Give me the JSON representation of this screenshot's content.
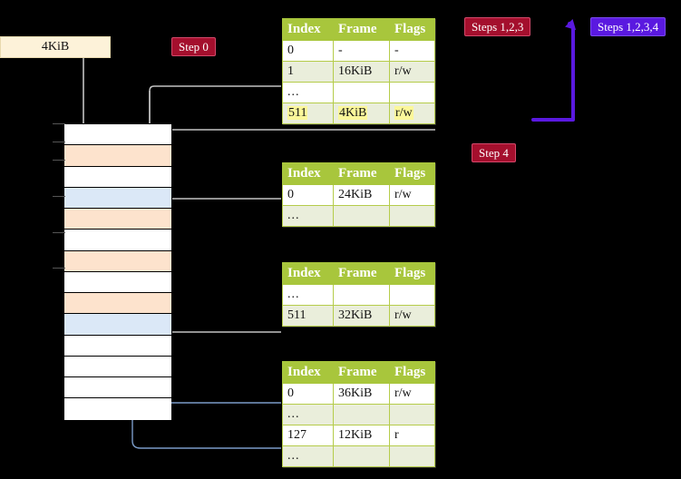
{
  "diagram": {
    "title_hidden": "",
    "memory_box_label": "4KiB",
    "badges": [
      {
        "id": "step0",
        "label": "Step 0",
        "color": "#a40f2d",
        "style": "red"
      },
      {
        "id": "steps123",
        "label": "Steps 1,2,3",
        "color": "#a40f2d",
        "style": "red"
      },
      {
        "id": "steps1234",
        "label": "Steps 1,2,3,4",
        "color": "#5a19e0",
        "style": "blue"
      },
      {
        "id": "step4",
        "label": "Step 4",
        "color": "#a40f2d",
        "style": "red"
      }
    ],
    "colors": {
      "table_header": "#a8c63c",
      "table_shade": "#eaeedb",
      "highlight": "#fbf79a",
      "memory_peach": "#fde3cd",
      "memory_blue": "#dbe8f7",
      "memory_box": "#fdf2d9",
      "wire_grey": "#cccccc",
      "wire_blue": "#7a9bc8",
      "arrow_purple": "#5a19e0"
    },
    "memory": {
      "rows": [
        {
          "fill": "white"
        },
        {
          "fill": "peach"
        },
        {
          "fill": "white"
        },
        {
          "fill": "blue"
        },
        {
          "fill": "peach"
        },
        {
          "fill": "white"
        },
        {
          "fill": "peach"
        },
        {
          "fill": "white"
        },
        {
          "fill": "peach"
        },
        {
          "fill": "blue"
        },
        {
          "fill": "white"
        },
        {
          "fill": "white"
        },
        {
          "fill": "white"
        },
        {
          "fill": "white"
        }
      ]
    },
    "tables": [
      {
        "id": "t1",
        "headers": [
          "Index",
          "Frame",
          "Flags"
        ],
        "rows": [
          {
            "cells": [
              "0",
              "-",
              "-"
            ],
            "shade": false,
            "highlight": false
          },
          {
            "cells": [
              "1",
              "16KiB",
              "r/w"
            ],
            "shade": true,
            "highlight": false
          },
          {
            "cells": [
              "...",
              "",
              ""
            ],
            "shade": false,
            "highlight": false
          },
          {
            "cells": [
              "511",
              "4KiB",
              "r/w"
            ],
            "shade": true,
            "highlight": true
          }
        ]
      },
      {
        "id": "t2",
        "headers": [
          "Index",
          "Frame",
          "Flags"
        ],
        "rows": [
          {
            "cells": [
              "0",
              "24KiB",
              "r/w"
            ],
            "shade": false,
            "highlight": false
          },
          {
            "cells": [
              "...",
              "",
              ""
            ],
            "shade": true,
            "highlight": false
          }
        ]
      },
      {
        "id": "t3",
        "headers": [
          "Index",
          "Frame",
          "Flags"
        ],
        "rows": [
          {
            "cells": [
              "...",
              "",
              ""
            ],
            "shade": false,
            "highlight": false
          },
          {
            "cells": [
              "511",
              "32KiB",
              "r/w"
            ],
            "shade": true,
            "highlight": false
          }
        ]
      },
      {
        "id": "t4",
        "headers": [
          "Index",
          "Frame",
          "Flags"
        ],
        "rows": [
          {
            "cells": [
              "0",
              "36KiB",
              "r/w"
            ],
            "shade": false,
            "highlight": false
          },
          {
            "cells": [
              "...",
              "",
              ""
            ],
            "shade": true,
            "highlight": false
          },
          {
            "cells": [
              "127",
              "12KiB",
              "r"
            ],
            "shade": false,
            "highlight": false
          },
          {
            "cells": [
              "...",
              "",
              ""
            ],
            "shade": true,
            "highlight": false
          }
        ]
      }
    ]
  }
}
